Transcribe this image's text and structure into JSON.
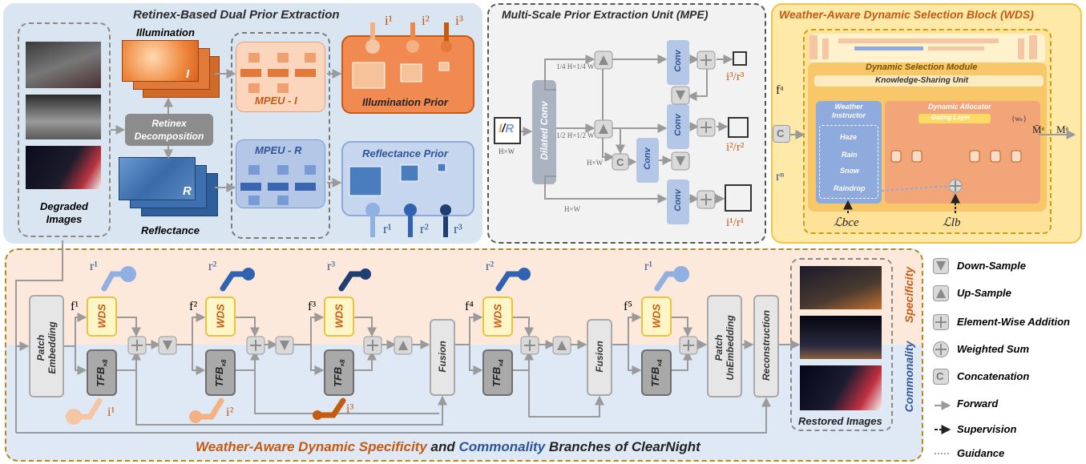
{
  "panels": {
    "retinex": {
      "title": "Retinex-Based Dual Prior Extraction",
      "illumination": "Illumination",
      "reflectance": "Reflectance",
      "decomp": "Retinex Decomposition",
      "degraded": "Degraded Images",
      "mpeu_i": "MPEU - I",
      "mpeu_r": "MPEU - R",
      "illum_prior": "Illumination Prior",
      "refl_prior": "Reflectance Prior",
      "i_letter": "I",
      "r_letter": "R"
    },
    "mpe": {
      "title": "Multi-Scale Prior Extraction Unit (MPE)",
      "dilated": "Dilated Conv",
      "conv": "Conv",
      "s14": "1/4 H×1/4 W",
      "s12": "1/2 H×1/2 W",
      "hw": "H×W",
      "input": "I / R",
      "i3r3": "i³/r³",
      "i2r2": "i²/r²",
      "i1r1": "i¹/r¹"
    },
    "wds": {
      "title": "Weather-Aware Dynamic Selection Block (WDS)",
      "module": "Dynamic Selection Module",
      "ksu": "Knowledge-Sharing Unit",
      "instructor": "Weather Instructor",
      "allocator": "Dynamic Allocator",
      "gating": "Gating Layer",
      "weathers": [
        "Haze",
        "Rain",
        "Snow",
        "Raindrop"
      ],
      "fa": "fᵃ",
      "fn": "rⁿ",
      "Ma": "Mᵃ",
      "Mabar": "M̄ᵃ",
      "lbce": "ℒbce",
      "llb": "ℒlb",
      "wk": "{wₖ}"
    },
    "bottom": {
      "title_part1": "Weather-Aware Dynamic Specificity",
      "title_and": "and",
      "title_part2": "Commonality",
      "title_part3": "Branches of ClearNight",
      "specificity": "Specificity",
      "commonality": "Commonality",
      "patch_emb": "Patch Embedding",
      "patch_unemb": "Patch UnEmbedding",
      "recon": "Reconstruction",
      "fusion": "Fusion",
      "restored": "Restored Images",
      "wds": "WDS",
      "tfb": "TFB",
      "tfb_mult": [
        "×8",
        "×8",
        "×8",
        "×4",
        "×4"
      ],
      "f_labels": [
        "f¹",
        "f²",
        "f³",
        "f⁴",
        "f⁵"
      ],
      "r_labels": [
        "r¹",
        "r²",
        "r³",
        "r²",
        "r¹"
      ],
      "i_labels": [
        "i¹",
        "i²",
        "i³"
      ]
    }
  },
  "legend": [
    "Down-Sample",
    "Up-Sample",
    "Element-Wise  Addition",
    "Weighted Sum",
    "Concatenation",
    "Forward",
    "Supervision",
    "Guidance"
  ],
  "priors_top": [
    "i¹",
    "i²",
    "i³"
  ],
  "priors_bottom": [
    "r¹",
    "r²",
    "r³"
  ],
  "colors": {
    "orange": "#c55a11",
    "blue": "#2f5597",
    "lightblue": "#dae3f3",
    "peach": "#fbe5d6",
    "yellow": "#fff2cc"
  }
}
